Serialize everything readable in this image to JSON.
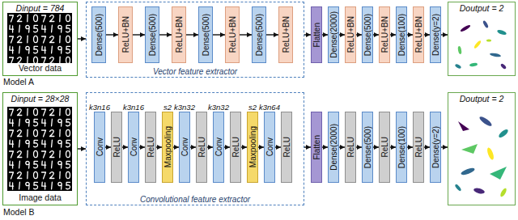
{
  "diagram": {
    "nodes": [
      {
        "text": [
          "Dinput = 784",
          "Vector data"
        ]
      },
      {
        "text": [
          "Vector feature extractor"
        ]
      },
      {
        "text": [
          "Dense(500)"
        ],
        "in": 1
      },
      {
        "text": [
          "ReLU+BN"
        ],
        "in": 1
      },
      {
        "text": [
          "Dense(500)"
        ],
        "in": 1
      },
      {
        "text": [
          "ReLU+BN"
        ],
        "in": 1
      },
      {
        "text": [
          "Dense(500)"
        ],
        "in": 1
      },
      {
        "text": [
          "ReLU+BN"
        ],
        "in": 1
      },
      {
        "text": [
          "Dense(500)"
        ],
        "in": 1
      },
      {
        "text": [
          "ReLU+BN"
        ],
        "in": 1
      },
      {
        "text": [
          "Flatten"
        ]
      },
      {
        "text": [
          "Dense(2000)"
        ]
      },
      {
        "text": [
          "ReLU+BN"
        ]
      },
      {
        "text": [
          "Dense(500)"
        ]
      },
      {
        "text": [
          "ReLU+BN"
        ]
      },
      {
        "text": [
          "Dense(100)"
        ]
      },
      {
        "text": [
          "ReLU+BN"
        ]
      },
      {
        "text": [
          "Dense(y=2)"
        ]
      },
      {
        "text": [
          "Doutput = 2"
        ]
      },
      {
        "text": [
          "Dinput = 28×28",
          "Image data"
        ]
      },
      {
        "text": [
          "Convolutional feature extractor"
        ]
      },
      {
        "text": [
          "k3n16",
          "Conv"
        ],
        "in": 20
      },
      {
        "text": [
          "ReLU"
        ],
        "in": 20
      },
      {
        "text": [
          "k3n16",
          "Conv"
        ],
        "in": 20
      },
      {
        "text": [
          "ReLU"
        ],
        "in": 20
      },
      {
        "text": [
          "s2",
          "Maxpooling"
        ],
        "in": 20
      },
      {
        "text": [
          "k3n32",
          "Conv"
        ],
        "in": 20
      },
      {
        "text": [
          "ReLU"
        ],
        "in": 20
      },
      {
        "text": [
          "k3n32",
          "Conv"
        ],
        "in": 20
      },
      {
        "text": [
          "ReLU"
        ],
        "in": 20
      },
      {
        "text": [
          "s2",
          "Maxpooling"
        ],
        "in": 20
      },
      {
        "text": [
          "k3n64",
          "Conv"
        ],
        "in": 20
      },
      {
        "text": [
          "ReLU"
        ],
        "in": 20
      },
      {
        "text": [
          "Flatten"
        ]
      },
      {
        "text": [
          "Dense(2000)"
        ]
      },
      {
        "text": [
          "ReLU"
        ]
      },
      {
        "text": [
          "Dense(500)"
        ]
      },
      {
        "text": [
          "ReLU"
        ]
      },
      {
        "text": [
          "Dense(100)"
        ]
      },
      {
        "text": [
          "ReLU"
        ]
      },
      {
        "text": [
          "Dense(y=2)"
        ]
      },
      {
        "text": [
          "Doutput = 2"
        ]
      }
    ],
    "edges": [
      {
        "from": 0,
        "to": 1,
        "arrow": "to"
      },
      {
        "from": 2,
        "to": 3,
        "arrow": "to"
      },
      {
        "from": 3,
        "to": 4,
        "arrow": "to"
      },
      {
        "from": 4,
        "to": 5,
        "arrow": "to"
      },
      {
        "from": 5,
        "to": 6,
        "arrow": "to"
      },
      {
        "from": 6,
        "to": 7,
        "arrow": "to"
      },
      {
        "from": 7,
        "to": 8,
        "arrow": "to"
      },
      {
        "from": 8,
        "to": 9,
        "arrow": "to"
      },
      {
        "from": 1,
        "to": 10,
        "arrow": "to"
      },
      {
        "from": 10,
        "to": 11,
        "arrow": "to"
      },
      {
        "from": 11,
        "to": 12,
        "arrow": "to"
      },
      {
        "from": 12,
        "to": 13,
        "arrow": "to"
      },
      {
        "from": 13,
        "to": 14,
        "arrow": "to"
      },
      {
        "from": 14,
        "to": 15,
        "arrow": "to"
      },
      {
        "from": 15,
        "to": 16,
        "arrow": "to"
      },
      {
        "from": 16,
        "to": 17,
        "arrow": "to"
      },
      {
        "from": 17,
        "to": 18,
        "arrow": "to"
      },
      {
        "from": 19,
        "to": 20,
        "arrow": "to"
      },
      {
        "from": 21,
        "to": 22,
        "arrow": "to"
      },
      {
        "from": 22,
        "to": 23,
        "arrow": "to"
      },
      {
        "from": 23,
        "to": 24,
        "arrow": "to"
      },
      {
        "from": 24,
        "to": 25,
        "arrow": "to"
      },
      {
        "from": 25,
        "to": 26,
        "arrow": "to"
      },
      {
        "from": 26,
        "to": 27,
        "arrow": "to"
      },
      {
        "from": 27,
        "to": 28,
        "arrow": "to"
      },
      {
        "from": 28,
        "to": 29,
        "arrow": "to"
      },
      {
        "from": 29,
        "to": 30,
        "arrow": "to"
      },
      {
        "from": 30,
        "to": 31,
        "arrow": "to"
      },
      {
        "from": 31,
        "to": 32,
        "arrow": "to"
      },
      {
        "from": 20,
        "to": 33,
        "arrow": "to"
      },
      {
        "from": 33,
        "to": 34,
        "arrow": "to"
      },
      {
        "from": 34,
        "to": 35,
        "arrow": "to"
      },
      {
        "from": 35,
        "to": 36,
        "arrow": "to"
      },
      {
        "from": 36,
        "to": 37,
        "arrow": "to"
      },
      {
        "from": 37,
        "to": 38,
        "arrow": "to"
      },
      {
        "from": 38,
        "to": 39,
        "arrow": "to"
      },
      {
        "from": 39,
        "to": 40,
        "arrow": "to"
      },
      {
        "from": 40,
        "to": 41,
        "arrow": "to"
      }
    ],
    "labels": [
      "Model A",
      "Model B"
    ]
  }
}
